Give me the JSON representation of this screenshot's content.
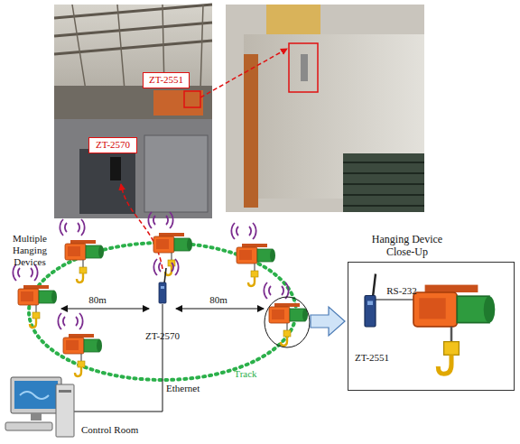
{
  "diagram": {
    "nodes": [
      {
        "text": [
          "ZT-2551"
        ]
      },
      {
        "text": [
          "ZT-2570"
        ]
      },
      {
        "text": [
          "Hanging Device Close-Up"
        ]
      }
    ],
    "labels": [
      "Multiple Hanging Devices",
      "80m",
      "80m",
      "ZT-2570",
      "Track",
      "Ethernet",
      "Control Room",
      "RS-232",
      "ZT-2551"
    ]
  }
}
